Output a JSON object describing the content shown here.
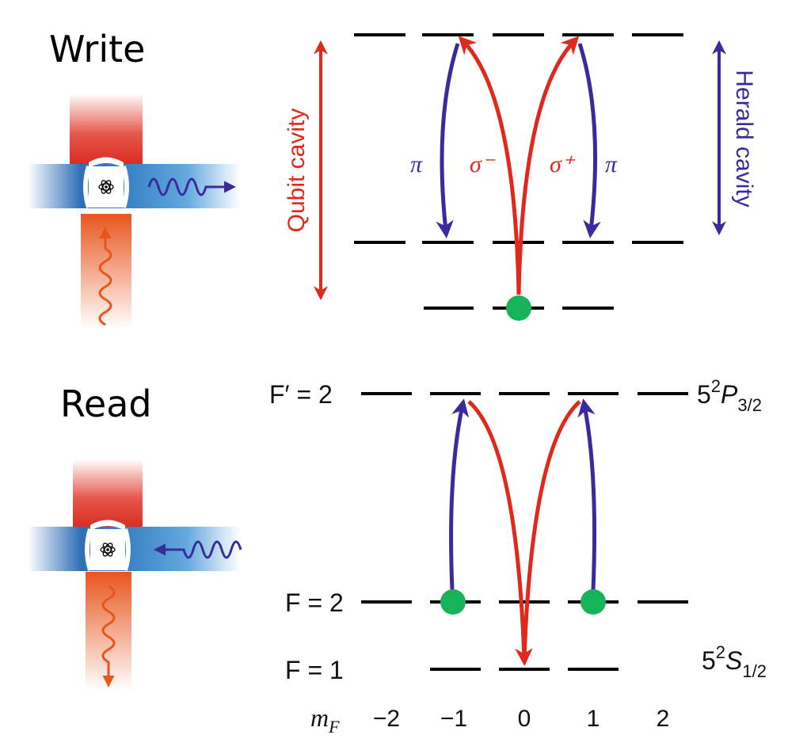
{
  "panels": {
    "write": {
      "title": "Write"
    },
    "read": {
      "title": "Read"
    }
  },
  "write_diagram": {
    "qubit_cavity_label": "Qubit cavity",
    "herald_cavity_label": "Herald cavity",
    "transitions": {
      "pi_left": "π",
      "sigma_minus": "σ⁻",
      "sigma_plus": "σ⁺",
      "pi_right": "π"
    }
  },
  "read_diagram": {
    "excited_level_label": "F′ = 2",
    "ground_upper_label": "F = 2",
    "ground_lower_label": "F = 1",
    "excited_state_term": "5²P3/2",
    "ground_state_term": "5²S1/2"
  },
  "axis": {
    "label": "mF",
    "ticks": [
      "−2",
      "−1",
      "0",
      "1",
      "2"
    ]
  },
  "colors": {
    "red": "#e0281c",
    "blue": "#3a2a9c",
    "green": "#16b35a",
    "level": "#000000"
  }
}
